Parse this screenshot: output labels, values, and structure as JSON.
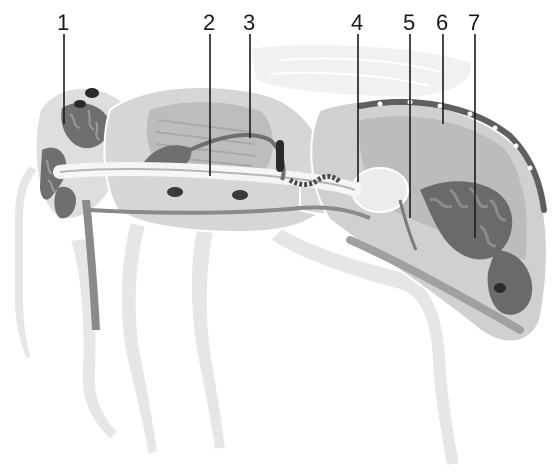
{
  "labels": [
    {
      "id": "label-1",
      "text": "1"
    },
    {
      "id": "label-2",
      "text": "2"
    },
    {
      "id": "label-3",
      "text": "3"
    },
    {
      "id": "label-4",
      "text": "4"
    },
    {
      "id": "label-5",
      "text": "5"
    },
    {
      "id": "label-6",
      "text": "6"
    },
    {
      "id": "label-7",
      "text": "7"
    }
  ],
  "colors": {
    "body_light": "#e4e4e4",
    "body_mid": "#c9c9c9",
    "organ_dark": "#6f6f6f",
    "organ_darker": "#4a4a4a",
    "outline": "#ffffff",
    "text": "#1a1a1a"
  }
}
